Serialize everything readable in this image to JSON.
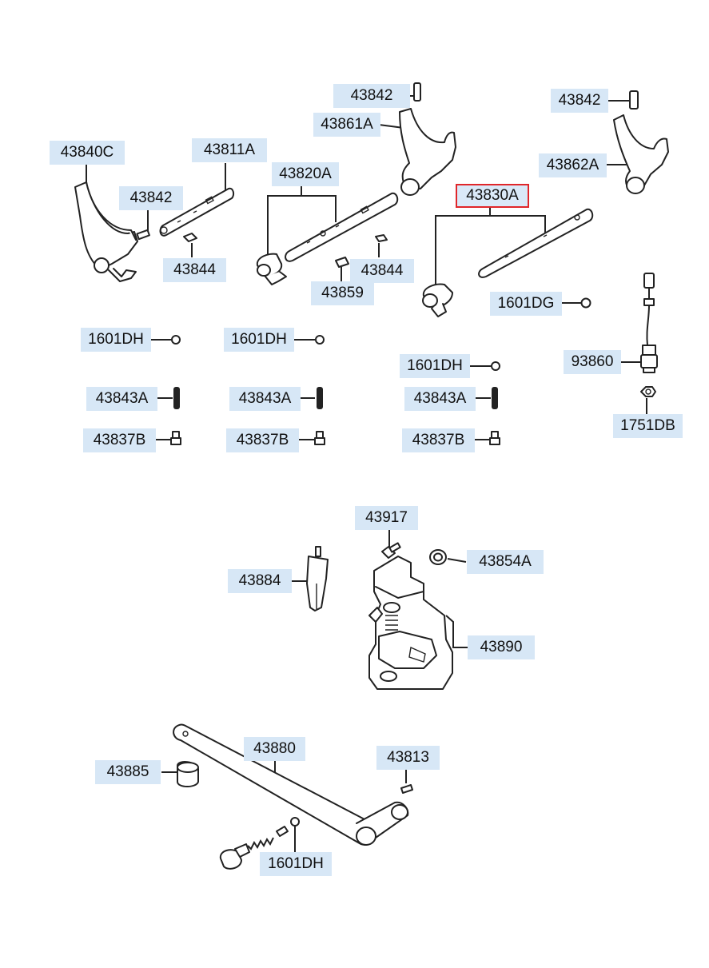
{
  "diagram": {
    "colors": {
      "label_bg": "#d7e7f6",
      "selected_border": "#e0262a",
      "line": "#222222"
    },
    "labels": {
      "43842_a": "43842",
      "43861A": "43861A",
      "43842_b": "43842",
      "43862A": "43862A",
      "43840C": "43840C",
      "43811A": "43811A",
      "43820A": "43820A",
      "43830A": "43830A",
      "43842_c": "43842",
      "43844_a": "43844",
      "43844_b": "43844",
      "43859": "43859",
      "1601DG": "1601DG",
      "1601DH_a": "1601DH",
      "1601DH_b": "1601DH",
      "1601DH_c": "1601DH",
      "93860": "93860",
      "43843A_a": "43843A",
      "43843A_b": "43843A",
      "43843A_c": "43843A",
      "1751DB": "1751DB",
      "43837B_a": "43837B",
      "43837B_b": "43837B",
      "43837B_c": "43837B",
      "43917": "43917",
      "43854A": "43854A",
      "43884": "43884",
      "43890": "43890",
      "43880": "43880",
      "43813": "43813",
      "43885": "43885",
      "1601DH_d": "1601DH"
    },
    "selected_part": "43830A"
  }
}
